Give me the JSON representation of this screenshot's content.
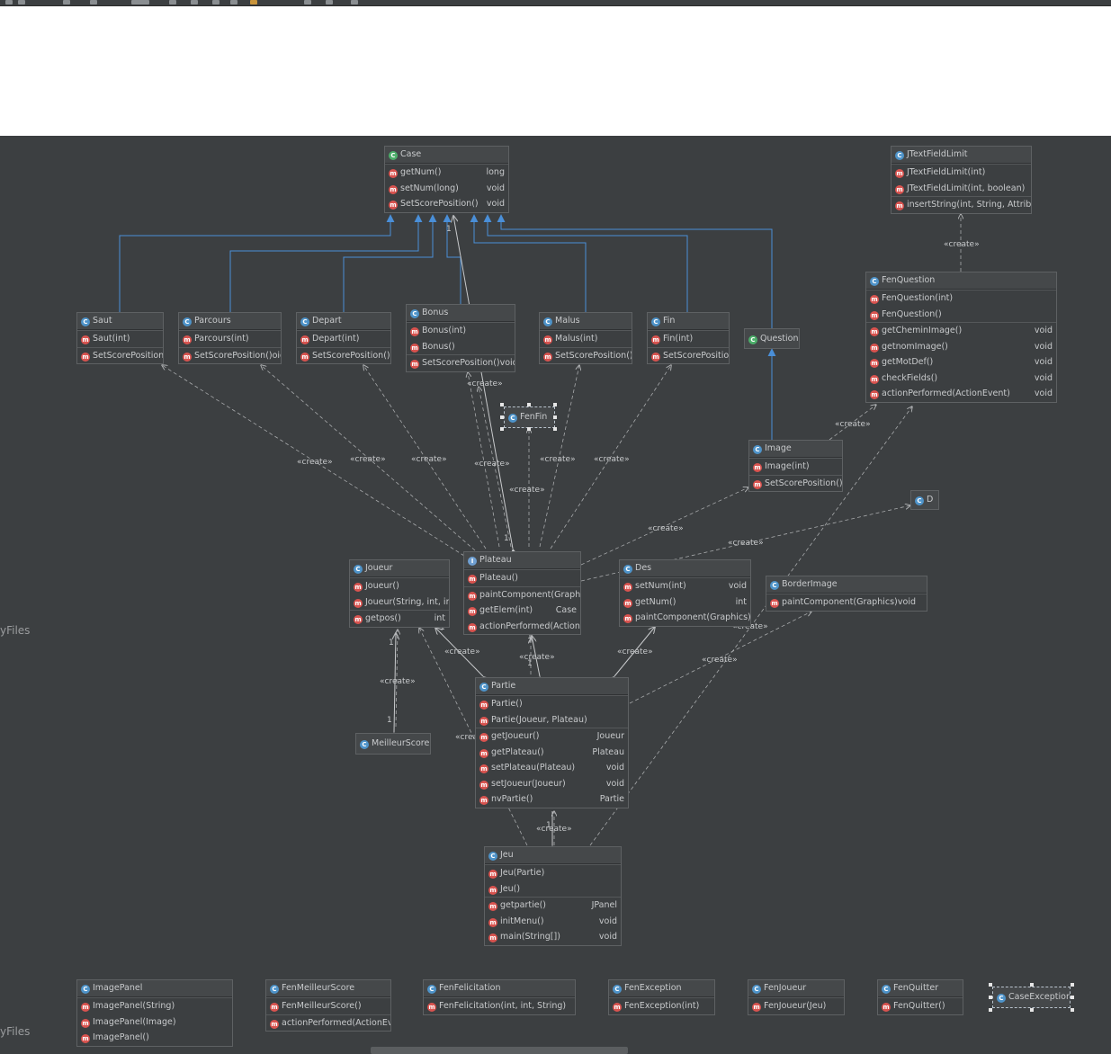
{
  "watermark": "yFiles",
  "create_label": "«create»",
  "colors": {
    "canvas": "#3c3f41",
    "edge": "#a8aaac",
    "inherit": "#4a8fd8",
    "class_icon": "#4e93c9",
    "method_icon": "#d9534f"
  },
  "classes": {
    "case": {
      "name": "Case",
      "kind": "abstract",
      "rows": [
        {
          "m": "getNum()",
          "t": "long"
        },
        {
          "m": "setNum(long)",
          "t": "void"
        },
        {
          "m": "SetScorePosition()",
          "t": "void"
        }
      ]
    },
    "jtextfieldlimit": {
      "name": "JTextFieldLimit",
      "rows": [
        {
          "m": "JTextFieldLimit(int)"
        },
        {
          "m": "JTextFieldLimit(int, boolean)"
        },
        {
          "m": "insertString(int, String, AttributeS"
        }
      ]
    },
    "saut": {
      "name": "Saut",
      "rows": [
        {
          "m": "Saut(int)"
        },
        {
          "m": "SetScorePosition()"
        }
      ]
    },
    "parcours": {
      "name": "Parcours",
      "rows": [
        {
          "m": "Parcours(int)"
        },
        {
          "m": "SetScorePosition()oid"
        }
      ]
    },
    "depart": {
      "name": "Depart",
      "rows": [
        {
          "m": "Depart(int)"
        },
        {
          "m": "SetScorePosition()i"
        }
      ]
    },
    "bonus": {
      "name": "Bonus",
      "rows": [
        {
          "m": "Bonus(int)"
        },
        {
          "m": "Bonus()"
        },
        {
          "m": "SetScorePosition()void"
        }
      ]
    },
    "malus": {
      "name": "Malus",
      "rows": [
        {
          "m": "Malus(int)"
        },
        {
          "m": "SetScorePosition()"
        }
      ]
    },
    "fin": {
      "name": "Fin",
      "rows": [
        {
          "m": "Fin(int)"
        },
        {
          "m": "SetScorePosition"
        }
      ]
    },
    "question": {
      "name": "Question",
      "kind": "abstract"
    },
    "fenquestion": {
      "name": "FenQuestion",
      "rows": [
        {
          "m": "FenQuestion(int)"
        },
        {
          "m": "FenQuestion()"
        },
        {
          "m": "getCheminImage()",
          "t": "void"
        },
        {
          "m": "getnomImage()",
          "t": "void"
        },
        {
          "m": "getMotDef()",
          "t": "void"
        },
        {
          "m": "checkFields()",
          "t": "void"
        },
        {
          "m": "actionPerformed(ActionEvent)",
          "t": "void"
        }
      ]
    },
    "fenfin": {
      "name": "FenFin"
    },
    "image": {
      "name": "Image",
      "rows": [
        {
          "m": "Image(int)"
        },
        {
          "m": "SetScorePosition()I"
        }
      ]
    },
    "d": {
      "name": "D"
    },
    "joueur": {
      "name": "Joueur",
      "rows": [
        {
          "m": "Joueur()"
        },
        {
          "m": "Joueur(String, int, int"
        },
        {
          "m": "getpos()",
          "t": "int"
        }
      ]
    },
    "plateau": {
      "name": "Plateau",
      "kind": "interface",
      "rows": [
        {
          "m": "Plateau()"
        },
        {
          "m": "paintComponent(Graphic"
        },
        {
          "m": "getElem(int)",
          "t": "Case"
        },
        {
          "m": "actionPerformed(ActionE"
        }
      ]
    },
    "des": {
      "name": "Des",
      "rows": [
        {
          "m": "setNum(int)",
          "t": "void"
        },
        {
          "m": "getNum()",
          "t": "int"
        },
        {
          "m": "paintComponent(Graphics)"
        }
      ]
    },
    "borderimage": {
      "name": "BorderImage",
      "rows": [
        {
          "m": "paintComponent(Graphics)",
          "t": "void"
        }
      ]
    },
    "partie": {
      "name": "Partie",
      "rows": [
        {
          "m": "Partie()"
        },
        {
          "m": "Partie(Joueur, Plateau)"
        },
        {
          "m": "getJoueur()",
          "t": "Joueur"
        },
        {
          "m": "getPlateau()",
          "t": "Plateau"
        },
        {
          "m": "setPlateau(Plateau)",
          "t": "void"
        },
        {
          "m": "setJoueur(Joueur)",
          "t": "void"
        },
        {
          "m": "nvPartie()",
          "t": "Partie"
        }
      ]
    },
    "meilleurscore": {
      "name": "MeilleurScore"
    },
    "jeu": {
      "name": "Jeu",
      "rows": [
        {
          "m": "Jeu(Partie)"
        },
        {
          "m": "Jeu()"
        },
        {
          "m": "getpartie()",
          "t": "JPanel"
        },
        {
          "m": "initMenu()",
          "t": "void"
        },
        {
          "m": "main(String[])",
          "t": "void"
        }
      ]
    },
    "imagepanel": {
      "name": "ImagePanel",
      "rows": [
        {
          "m": "ImagePanel(String)"
        },
        {
          "m": "ImagePanel(Image)"
        },
        {
          "m": "ImagePanel()"
        }
      ]
    },
    "fenmeilleurscore": {
      "name": "FenMeilleurScore",
      "rows": [
        {
          "m": "FenMeilleurScore()"
        },
        {
          "m": "actionPerformed(ActionEver"
        }
      ]
    },
    "fenfelicitation": {
      "name": "FenFelicitation",
      "rows": [
        {
          "m": "FenFelicitation(int, int, String)"
        }
      ]
    },
    "fenexception": {
      "name": "FenException",
      "rows": [
        {
          "m": "FenException(int)"
        }
      ]
    },
    "fenjoueur": {
      "name": "FenJoueur",
      "rows": [
        {
          "m": "FenJoueur(Jeu)"
        }
      ]
    },
    "fenquitter": {
      "name": "FenQuitter",
      "rows": [
        {
          "m": "FenQuitter()"
        }
      ]
    },
    "caseexception": {
      "name": "CaseException"
    }
  },
  "multiplicities": [
    "1",
    "1",
    "1",
    "1",
    "1",
    "1",
    "1",
    "1"
  ]
}
